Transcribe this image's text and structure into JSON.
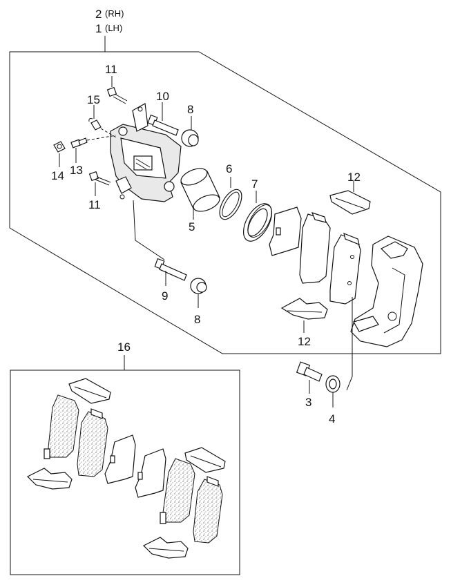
{
  "header": {
    "top_number": "2",
    "top_side": "(RH)",
    "bottom_number": "1",
    "bottom_side": "(LH)"
  },
  "callouts": {
    "c11a": "11",
    "c10": "10",
    "c8a": "8",
    "c15": "15",
    "c14": "14",
    "c13": "13",
    "c11b": "11",
    "c6": "6",
    "c7": "7",
    "c5": "5",
    "c12a": "12",
    "c9": "9",
    "c8b": "8",
    "c12b": "12",
    "c16": "16",
    "c3": "3",
    "c4": "4"
  }
}
